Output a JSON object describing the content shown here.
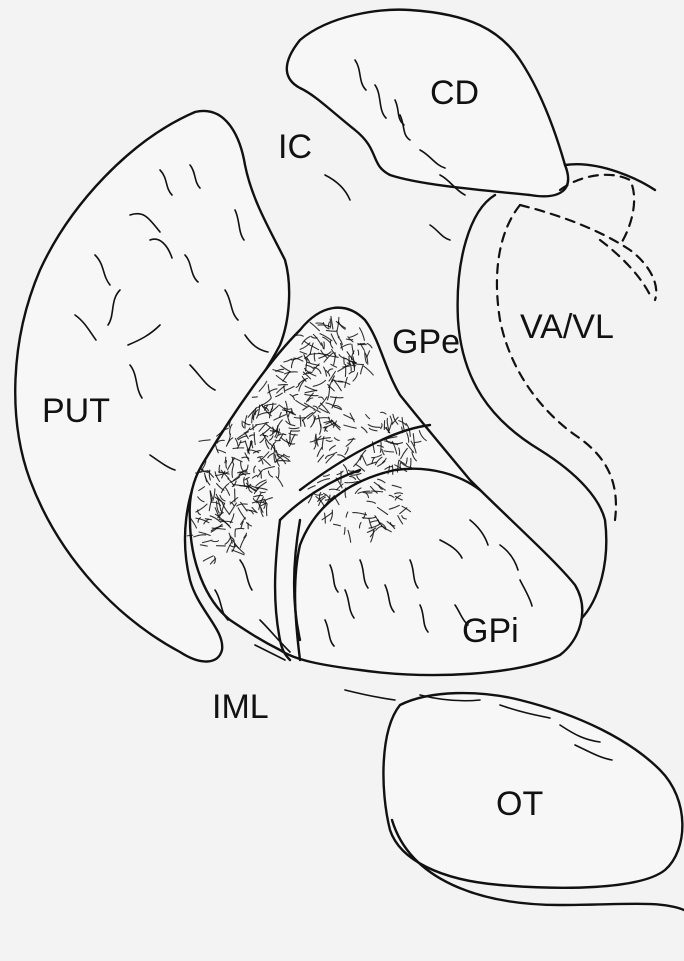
{
  "labels": {
    "cd": "CD",
    "ic": "IC",
    "put": "PUT",
    "gpe": "GPe",
    "vavl": "VA/VL",
    "gpi": "GPi",
    "iml": "IML",
    "ot": "OT"
  }
}
